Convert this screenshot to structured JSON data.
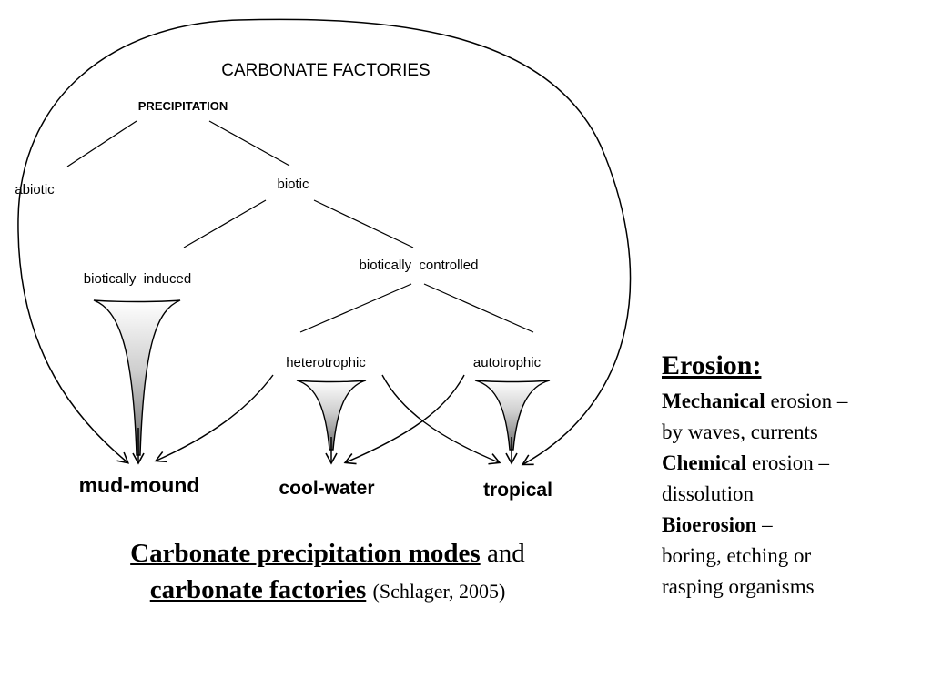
{
  "diagram": {
    "title": "CARBONATE FACTORIES",
    "nodes": {
      "precipitation": "PRECIPITATION",
      "abiotic": "abiotic",
      "biotic": "biotic",
      "biotically_induced": "biotically  induced",
      "biotically_controlled": "biotically  controlled",
      "heterotrophic": "heterotrophic",
      "autotrophic": "autotrophic"
    },
    "factories": {
      "mud_mound": "mud-mound",
      "cool_water": "cool-water",
      "tropical": "tropical"
    }
  },
  "caption": {
    "line1_bold": "Carbonate precipitation modes",
    "line1_rest": "and",
    "line2_bold": "carbonate factories",
    "citation": "(Schlager, 2005)"
  },
  "erosion": {
    "heading": "Erosion:",
    "mechanical_label": "Mechanical",
    "mechanical_rest": "erosion –",
    "mechanical_detail": "by waves, currents",
    "chemical_label": "Chemical",
    "chemical_rest": "erosion –",
    "chemical_detail": "dissolution",
    "bio_label": "Bioerosion",
    "bio_rest": "–",
    "bio_detail_1": "boring, etching or",
    "bio_detail_2": "rasping organisms"
  }
}
